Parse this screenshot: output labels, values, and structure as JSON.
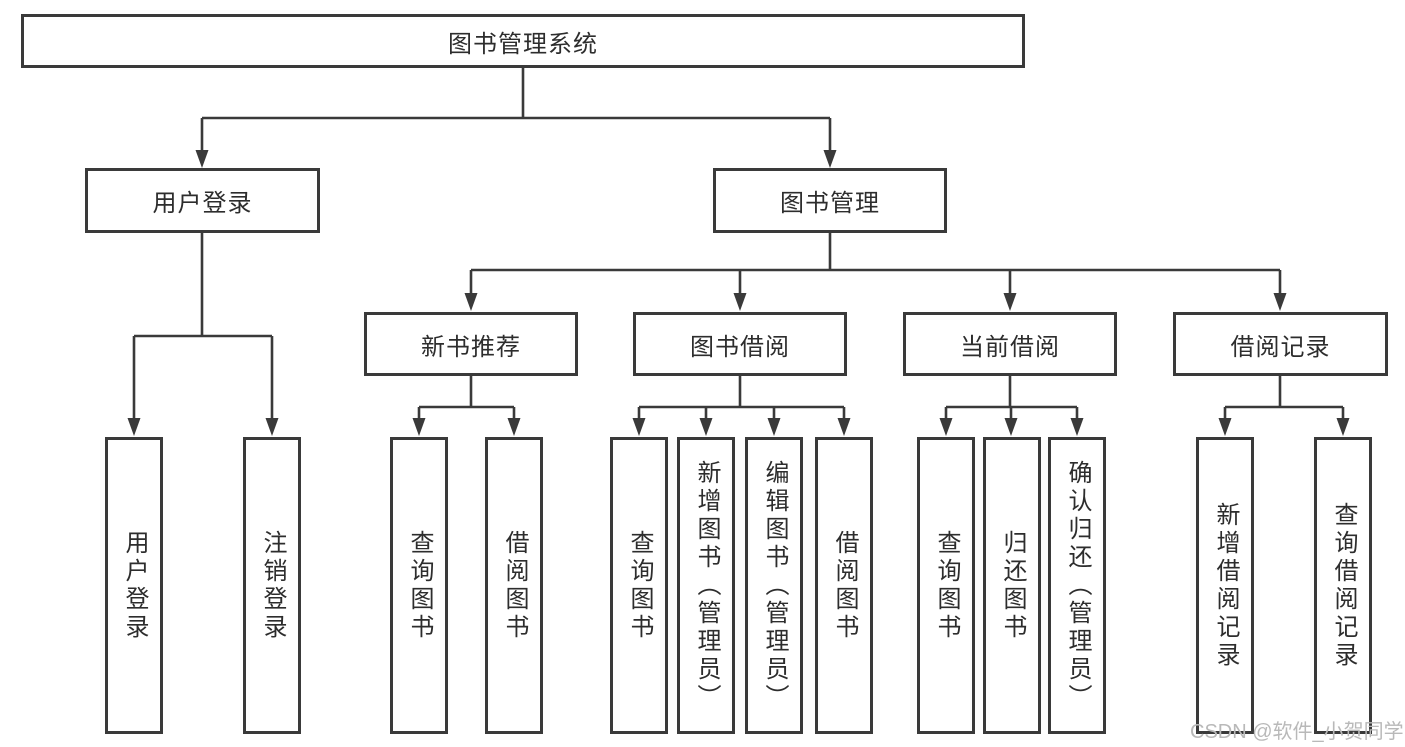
{
  "tree": {
    "root": {
      "label": "图书管理系统"
    },
    "login": {
      "label": "用户登录",
      "children": [
        {
          "label": "用户登录"
        },
        {
          "label": "注销登录"
        }
      ]
    },
    "manage": {
      "label": "图书管理",
      "groups": [
        {
          "label": "新书推荐",
          "children": [
            {
              "label": "查询图书"
            },
            {
              "label": "借阅图书"
            }
          ]
        },
        {
          "label": "图书借阅",
          "children": [
            {
              "label": "查询图书"
            },
            {
              "label": "新增图书（管理员）"
            },
            {
              "label": "编辑图书（管理员）"
            },
            {
              "label": "借阅图书"
            }
          ]
        },
        {
          "label": "当前借阅",
          "children": [
            {
              "label": "查询图书"
            },
            {
              "label": "归还图书"
            },
            {
              "label": "确认归还（管理员）"
            }
          ]
        },
        {
          "label": "借阅记录",
          "children": [
            {
              "label": "新增借阅记录"
            },
            {
              "label": "查询借阅记录"
            }
          ]
        }
      ]
    }
  },
  "watermark": {
    "text": "CSDN @软件_小贺同学"
  },
  "colors": {
    "line": "#3a3a3a",
    "node_border": "#3a3a3a",
    "node_text": "#2d2d2d",
    "watermark_text": "#b9b9b9",
    "background": "#ffffff"
  }
}
